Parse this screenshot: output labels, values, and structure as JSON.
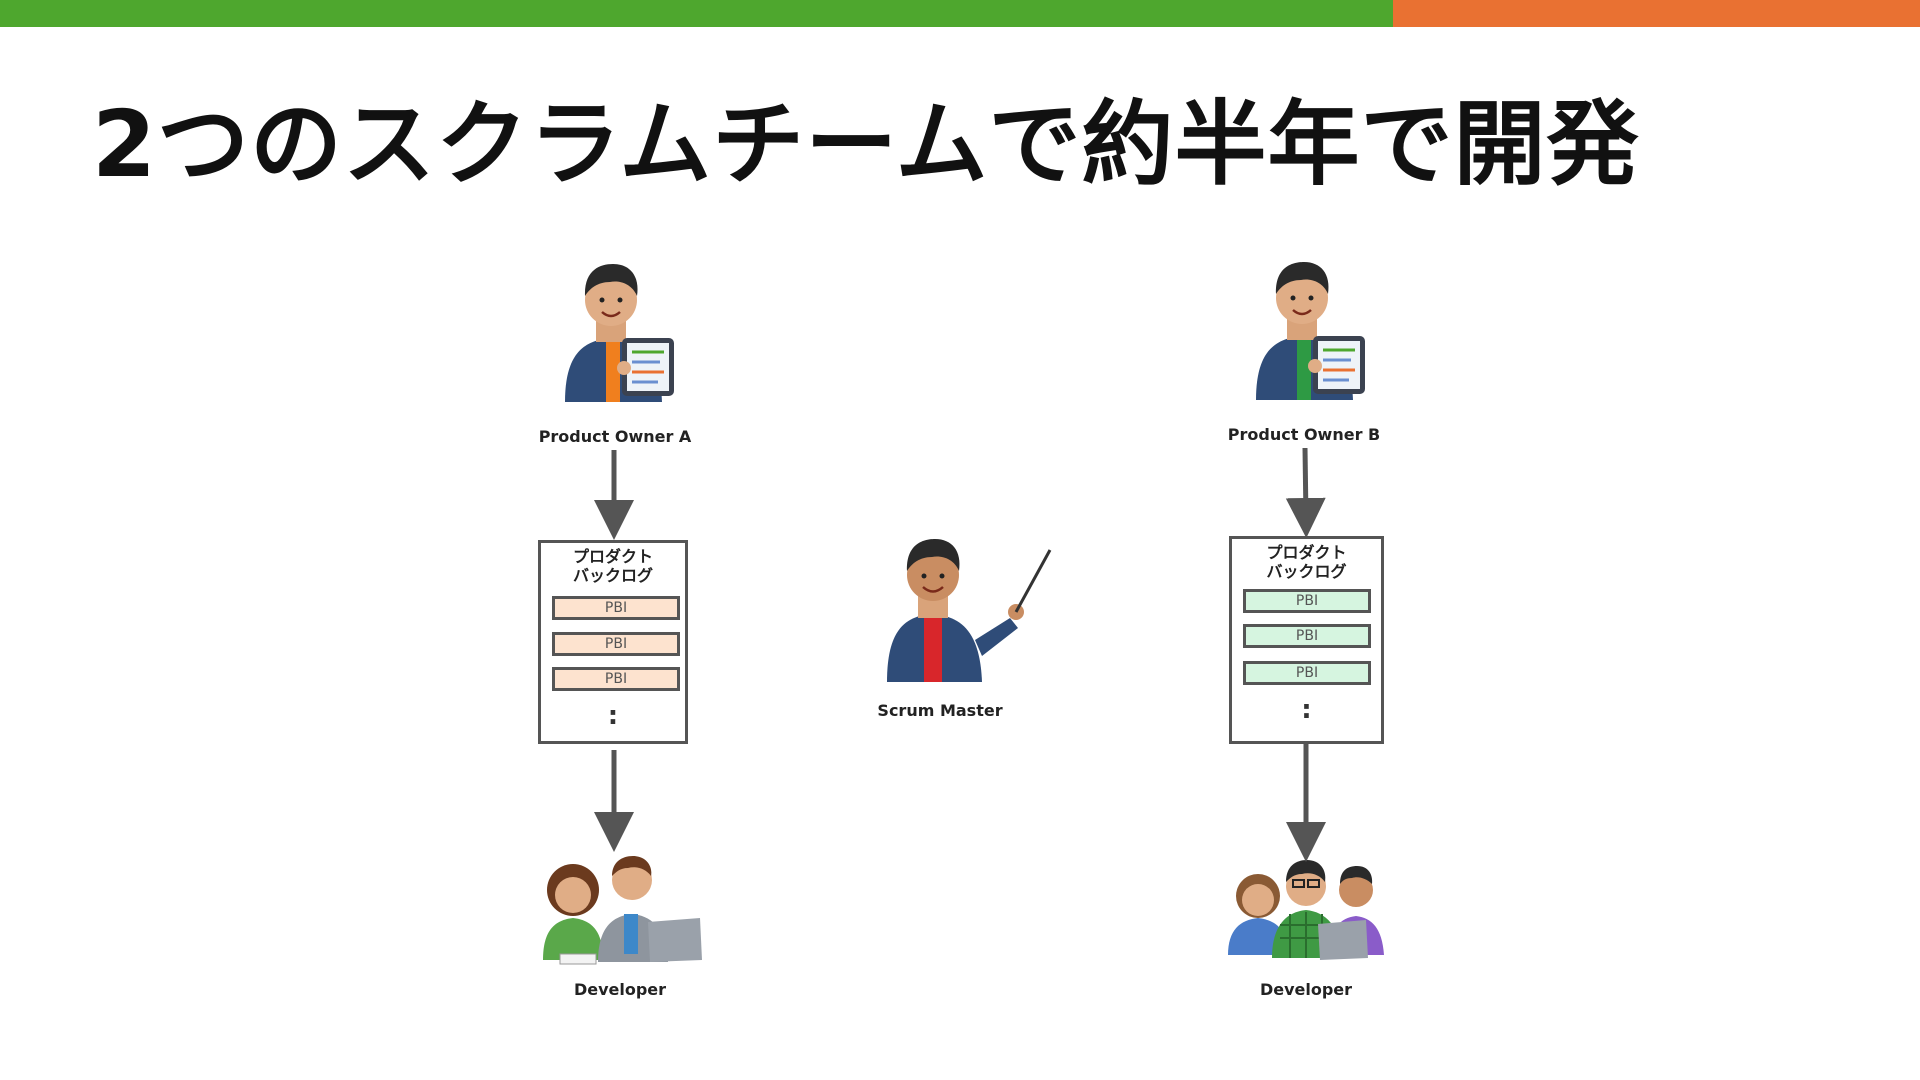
{
  "colors": {
    "bar_green": "#4ea72e",
    "bar_orange": "#e97132",
    "pbi_a_fill": "#fde3cf",
    "pbi_b_fill": "#d6f5e0",
    "arrow": "#555555"
  },
  "title": "2つのスクラムチームで約半年で開発",
  "team_a": {
    "owner_label": "Product Owner A",
    "backlog_title_line1": "プロダクト",
    "backlog_title_line2": "バックログ",
    "pbis": [
      "PBI",
      "PBI",
      "PBI"
    ],
    "more": ":",
    "developer_label": "Developer"
  },
  "scrum_master": {
    "label": "Scrum Master"
  },
  "team_b": {
    "owner_label": "Product Owner B",
    "backlog_title_line1": "プロダクト",
    "backlog_title_line2": "バックログ",
    "pbis": [
      "PBI",
      "PBI",
      "PBI"
    ],
    "more": ":",
    "developer_label": "Developer"
  }
}
